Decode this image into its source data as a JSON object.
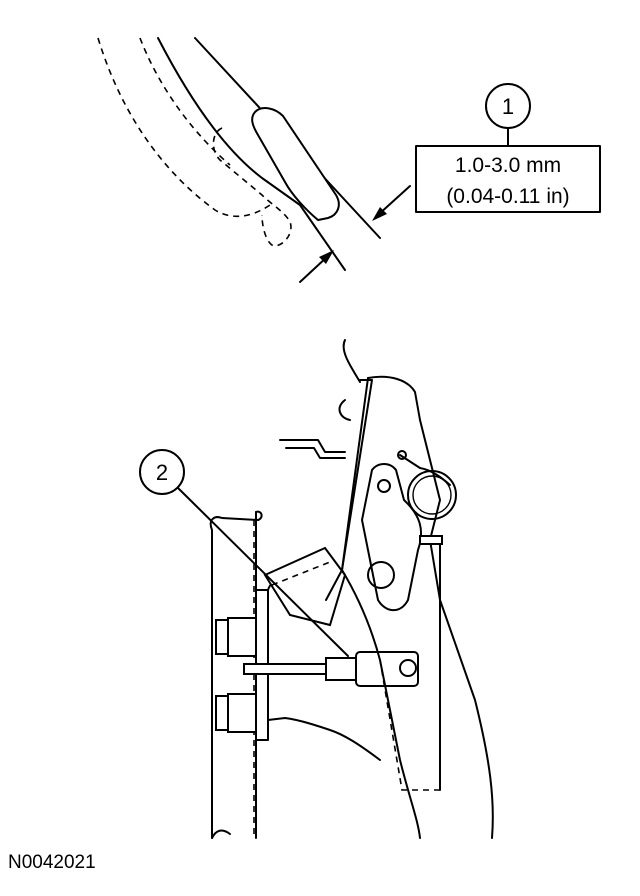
{
  "callouts": [
    {
      "number": "1"
    },
    {
      "number": "2"
    }
  ],
  "spec_box": {
    "line1": "1.0-3.0 mm",
    "line2": "(0.04-0.11 in)"
  },
  "figure_id": "N0042021"
}
